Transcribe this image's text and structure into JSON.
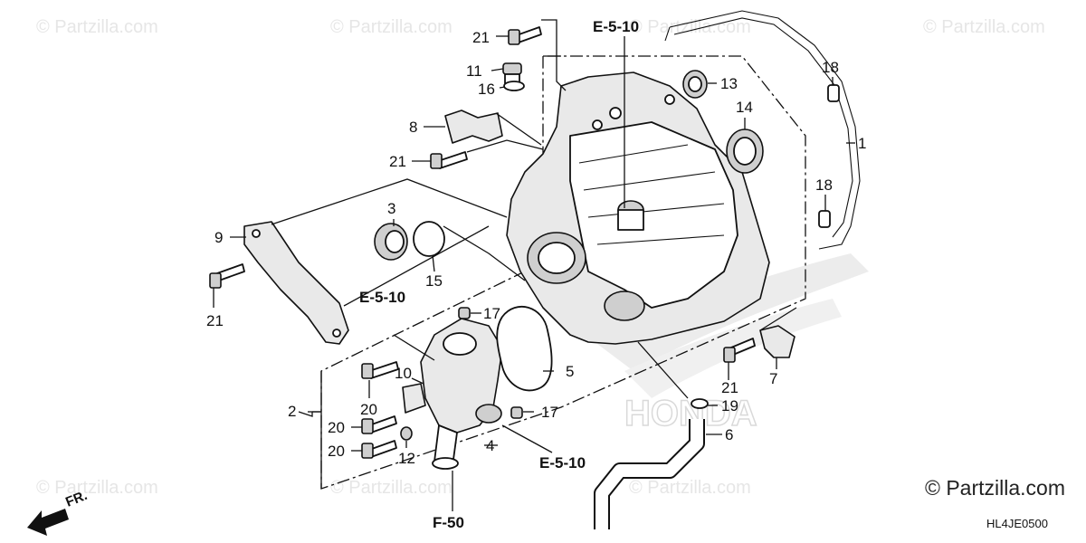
{
  "watermarks": {
    "text": "© Partzilla.com",
    "corner": "© Partzilla.com"
  },
  "diagram_code": "HL4JE0500",
  "direction_label": "FR.",
  "brand_background": "HONDA",
  "refs": {
    "top": "E-5-10",
    "left": "E-5-10",
    "bottom": "E-5-10",
    "f50": "F-50"
  },
  "callouts": {
    "n21a": "21",
    "n11": "11",
    "n16": "16",
    "n8": "8",
    "n21b": "21",
    "n9": "9",
    "n3": "3",
    "n15": "15",
    "n21c": "21",
    "n17a": "17",
    "n10": "10",
    "n20a": "20",
    "n2": "2",
    "n20b": "20",
    "n20c": "20",
    "n12": "12",
    "n4": "4",
    "n17b": "17",
    "n5": "5",
    "n13": "13",
    "n14": "14",
    "n18a": "18",
    "n1": "1",
    "n18b": "18",
    "n7": "7",
    "n21d": "21",
    "n19": "19",
    "n6": "6"
  }
}
